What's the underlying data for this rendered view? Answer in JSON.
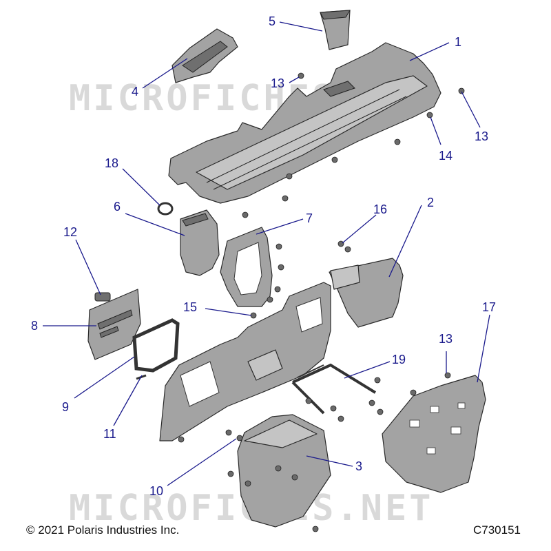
{
  "watermark": "MICROFICHES.NET",
  "copyright": "© 2021 Polaris Industries Inc.",
  "drawing_number": "C730151",
  "callouts": [
    {
      "id": "c1",
      "label": "1"
    },
    {
      "id": "c2",
      "label": "2"
    },
    {
      "id": "c3",
      "label": "3"
    },
    {
      "id": "c4",
      "label": "4"
    },
    {
      "id": "c5",
      "label": "5"
    },
    {
      "id": "c6",
      "label": "6"
    },
    {
      "id": "c7",
      "label": "7"
    },
    {
      "id": "c8",
      "label": "8"
    },
    {
      "id": "c9",
      "label": "9"
    },
    {
      "id": "c10",
      "label": "10"
    },
    {
      "id": "c11",
      "label": "11"
    },
    {
      "id": "c12",
      "label": "12"
    },
    {
      "id": "c13a",
      "label": "13"
    },
    {
      "id": "c13b",
      "label": "13"
    },
    {
      "id": "c13c",
      "label": "13"
    },
    {
      "id": "c14",
      "label": "14"
    },
    {
      "id": "c15",
      "label": "15"
    },
    {
      "id": "c16",
      "label": "16"
    },
    {
      "id": "c17",
      "label": "17"
    },
    {
      "id": "c18",
      "label": "18"
    },
    {
      "id": "c19",
      "label": "19"
    }
  ],
  "colors": {
    "callout": "#1a1a8c",
    "part_fill": "#a3a3a3",
    "watermark": "#d9d9d9"
  }
}
